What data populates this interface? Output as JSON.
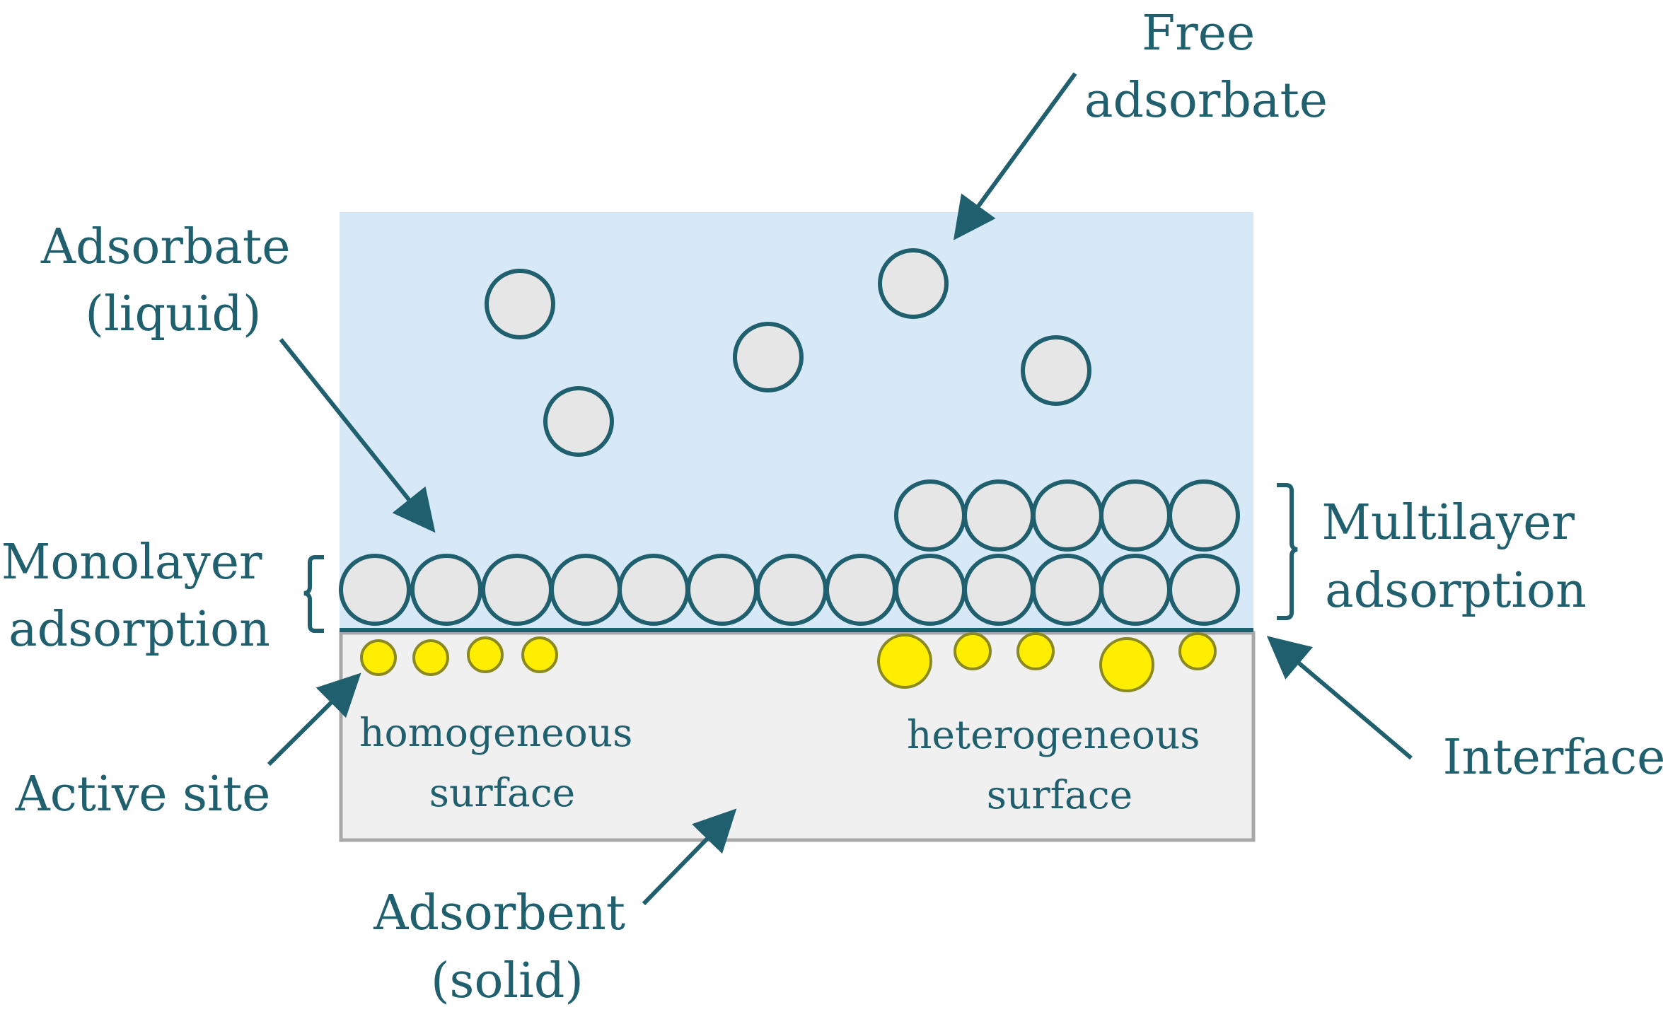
{
  "labels": {
    "free_adsorbate": [
      "Free",
      "adsorbate"
    ],
    "adsorbate_liquid": [
      "Adsorbate",
      "(liquid)"
    ],
    "monolayer": [
      "Monolayer",
      "adsorption"
    ],
    "multilayer": [
      "Multilayer",
      "adsorption"
    ],
    "active_site": "Active site",
    "interface": "Interface",
    "homogeneous": [
      "homogeneous",
      "surface"
    ],
    "heterogeneous": [
      "heterogeneous",
      "surface"
    ],
    "adsorbent": [
      "Adsorbent",
      "(solid)"
    ]
  },
  "colors": {
    "liquid": "#d7e8f6",
    "solid": "#f0f0f0",
    "solid_border": "#a8a8a8",
    "particle_fill": "#e6e6e6",
    "stroke": "#1f5f6e",
    "active_site": "#ffee00",
    "active_site_stroke": "#8a8a20"
  }
}
